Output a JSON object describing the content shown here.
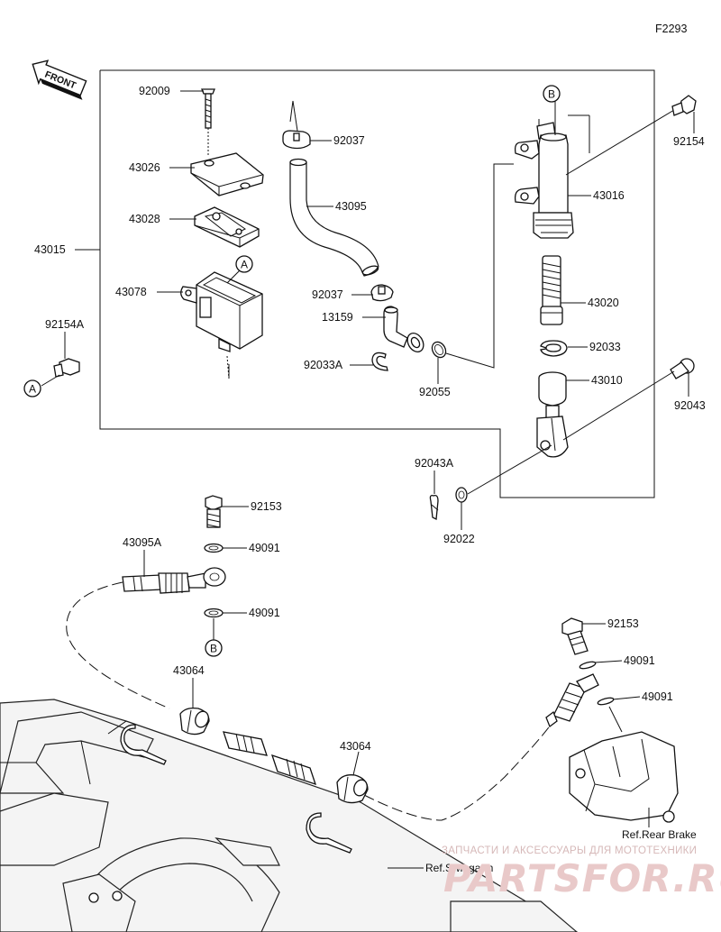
{
  "figure_code": "F2293",
  "front_label": "FRONT",
  "callouts": {
    "c92009": "92009",
    "c43026": "43026",
    "c43028": "43028",
    "c43015": "43015",
    "c43078": "43078",
    "c92154A": "92154A",
    "c92037a": "92037",
    "c43095": "43095",
    "c92037b": "92037",
    "c13159": "13159",
    "c92033A": "92033A",
    "c92055": "92055",
    "c92154": "92154",
    "c43016": "43016",
    "c43020": "43020",
    "c92033": "92033",
    "c43010": "43010",
    "c92043": "92043",
    "c92043A": "92043A",
    "c92022": "92022",
    "c92153a": "92153",
    "c43095A": "43095A",
    "c49091a": "49091",
    "c49091b": "49091",
    "c43064a": "43064",
    "c43064b": "43064",
    "c92153b": "92153",
    "c49091c": "49091",
    "c49091d": "49091"
  },
  "markers": {
    "a1": "A",
    "a2": "A",
    "b1": "B",
    "b2": "B"
  },
  "references": {
    "rear_brake": "Ref.Rear Brake",
    "swingarm": "Ref.Swingarm"
  },
  "watermark": {
    "line1": "ЗАПЧАСТИ И АКСЕССУАРЫ ДЛЯ МОТОТЕХНИКИ",
    "brand": "PARTSFOR.RU",
    "color": "#d9a8a8"
  },
  "colors": {
    "ink": "#111111",
    "background": "#ffffff"
  }
}
